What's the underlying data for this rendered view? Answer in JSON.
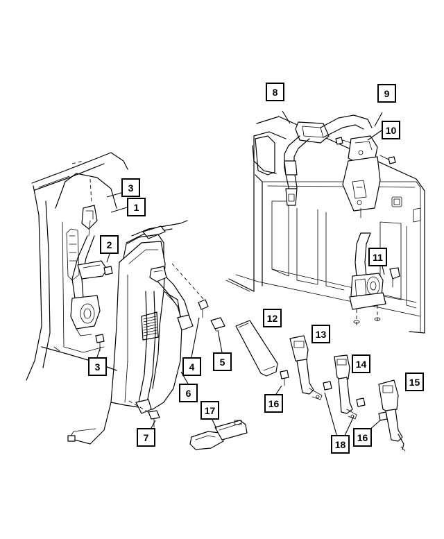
{
  "callouts": [
    {
      "id": "c8",
      "label": "8"
    },
    {
      "id": "c9",
      "label": "9"
    },
    {
      "id": "c10",
      "label": "10"
    },
    {
      "id": "c3a",
      "label": "3"
    },
    {
      "id": "c1",
      "label": "1"
    },
    {
      "id": "c2",
      "label": "2"
    },
    {
      "id": "c11",
      "label": "11"
    },
    {
      "id": "c12",
      "label": "12"
    },
    {
      "id": "c13",
      "label": "13"
    },
    {
      "id": "c3b",
      "label": "3"
    },
    {
      "id": "c4",
      "label": "4"
    },
    {
      "id": "c5",
      "label": "5"
    },
    {
      "id": "c14",
      "label": "14"
    },
    {
      "id": "c15",
      "label": "15"
    },
    {
      "id": "c6",
      "label": "6"
    },
    {
      "id": "c16a",
      "label": "16"
    },
    {
      "id": "c17",
      "label": "17"
    },
    {
      "id": "c7",
      "label": "7"
    },
    {
      "id": "c18",
      "label": "18"
    },
    {
      "id": "c16b",
      "label": "16"
    }
  ]
}
